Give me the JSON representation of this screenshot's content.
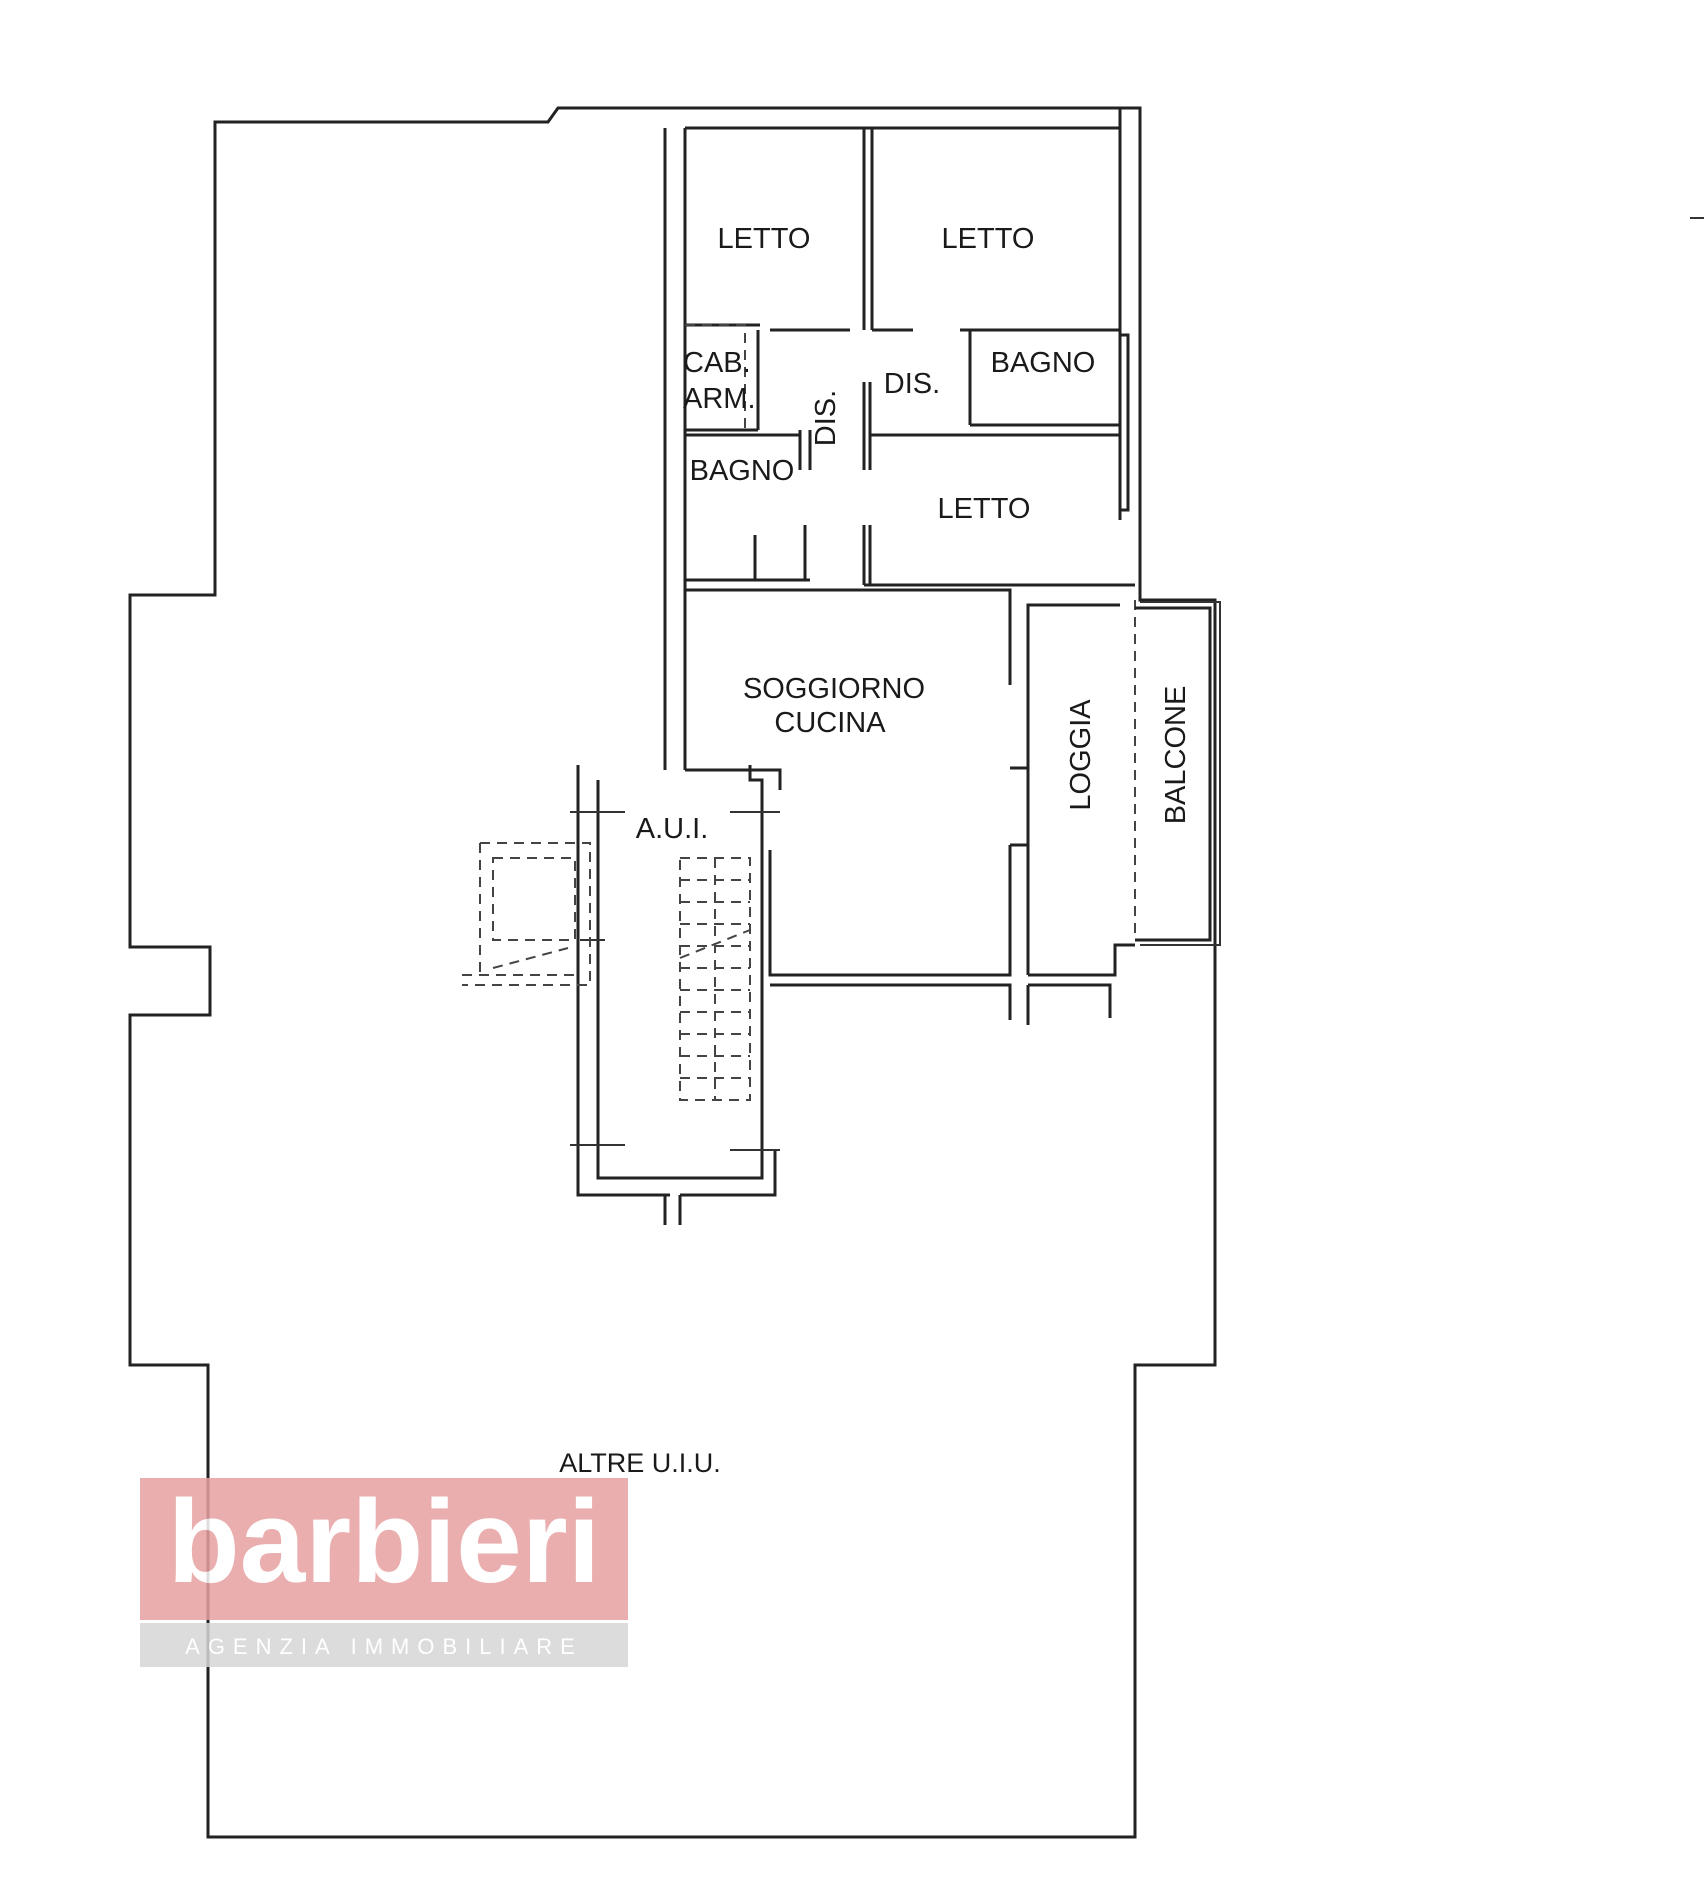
{
  "rooms": {
    "letto_1": "LETTO",
    "letto_2": "LETTO",
    "letto_3": "LETTO",
    "cab_arm_line1": "CAB.",
    "cab_arm_line2": "ARM.",
    "dis_vertical": "DIS.",
    "dis": "DIS.",
    "bagno_1": "BAGNO",
    "bagno_2": "BAGNO",
    "soggiorno_line1": "SOGGIORNO",
    "soggiorno_line2": "CUCINA",
    "loggia": "LOGGIA",
    "balcone": "BALCONE",
    "aui": "A.U.I.",
    "altre": "ALTRE U.I.U."
  },
  "watermark": {
    "brand": "barbieri",
    "tagline": "AGENZIA IMMOBILIARE",
    "brand_color": "#e8a0a0",
    "tagline_bg": "#d6d6d6"
  }
}
